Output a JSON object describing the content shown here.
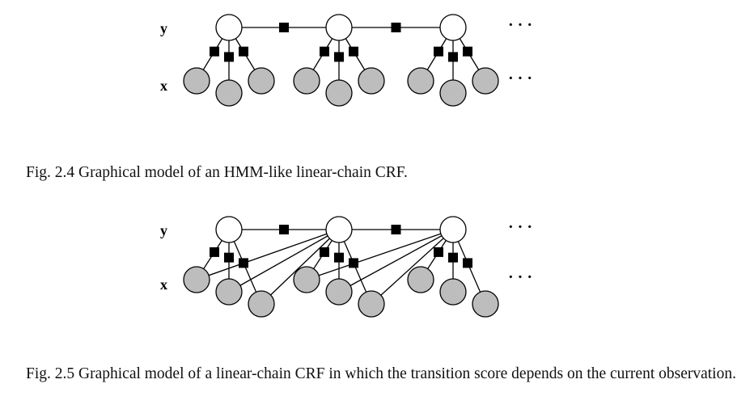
{
  "figures": [
    {
      "id": "fig-2-4",
      "variant": "hmm",
      "y_label": "y",
      "x_label": "x",
      "ellipsis": "· · ·",
      "caption": "Fig. 2.4 Graphical model of an HMM-like linear-chain CRF."
    },
    {
      "id": "fig-2-5",
      "variant": "transition-dependent",
      "y_label": "y",
      "x_label": "x",
      "ellipsis": "· · ·",
      "caption": "Fig. 2.5 Graphical model of a linear-chain CRF in which the transition score depends on the current observation."
    }
  ],
  "colors": {
    "hidden_node_fill": "#ffffff",
    "observed_node_fill": "#bdbdbd",
    "factor_fill": "#000000",
    "edge": "#000000"
  }
}
